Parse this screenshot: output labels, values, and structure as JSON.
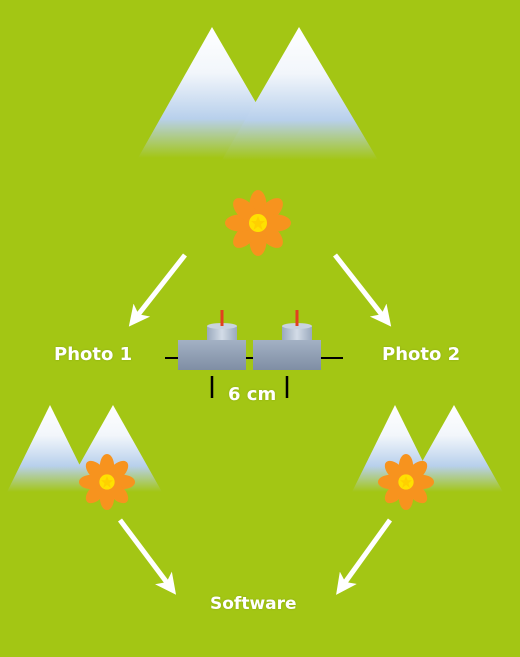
{
  "labels": {
    "photo_1": "Photo 1",
    "photo_2": "Photo 2",
    "distance": "6 cm",
    "software": "Software"
  },
  "colors": {
    "background": "#a3c614",
    "flower_petal": "#f7931e",
    "flower_center": "#ffe100",
    "camera_body": "#8f9eb3",
    "camera_lens": "#b5c2d2",
    "shutter": "#e2401f",
    "arrow": "#ffffff",
    "mountain_snow": "#ffffff",
    "mountain_base": "#b8d0ec"
  },
  "icons": [
    "mountain-icon",
    "flower-icon",
    "camera-icon",
    "arrow-icon"
  ]
}
